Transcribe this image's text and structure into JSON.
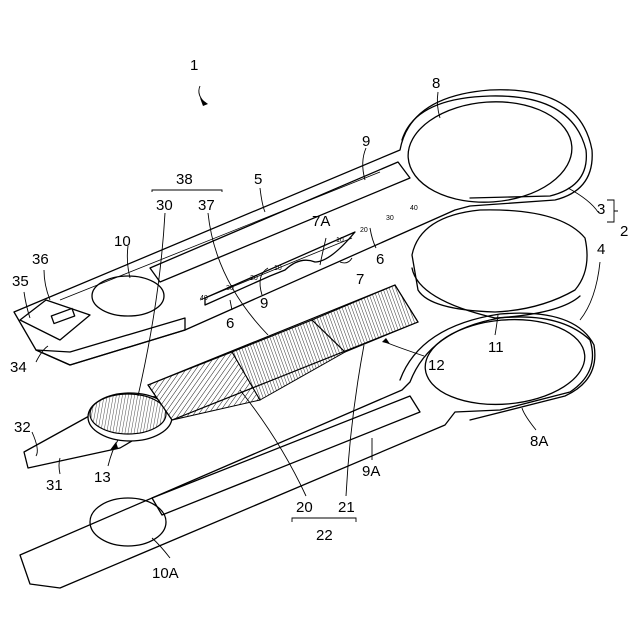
{
  "labels": {
    "l1": "1",
    "l8": "8",
    "l9a": "9",
    "l5": "5",
    "l38": "38",
    "l30": "30",
    "l37": "37",
    "l7a": "7A",
    "l6a": "6",
    "l7": "7",
    "l9b": "9",
    "l6b": "6",
    "l10": "10",
    "l36": "36",
    "l35": "35",
    "l34": "34",
    "l3": "3",
    "l2": "2",
    "l4": "4",
    "l11": "11",
    "l12": "12",
    "l8a": "8A",
    "l32": "32",
    "l13": "13",
    "l31": "31",
    "l9c": "9A",
    "l20": "20",
    "l21": "21",
    "l22": "22",
    "l10a": "10A"
  },
  "ruler_ticks": {
    "upper": [
      "40",
      "30",
      "20",
      "10"
    ],
    "lower": [
      "40",
      "30",
      "20",
      "10"
    ]
  }
}
